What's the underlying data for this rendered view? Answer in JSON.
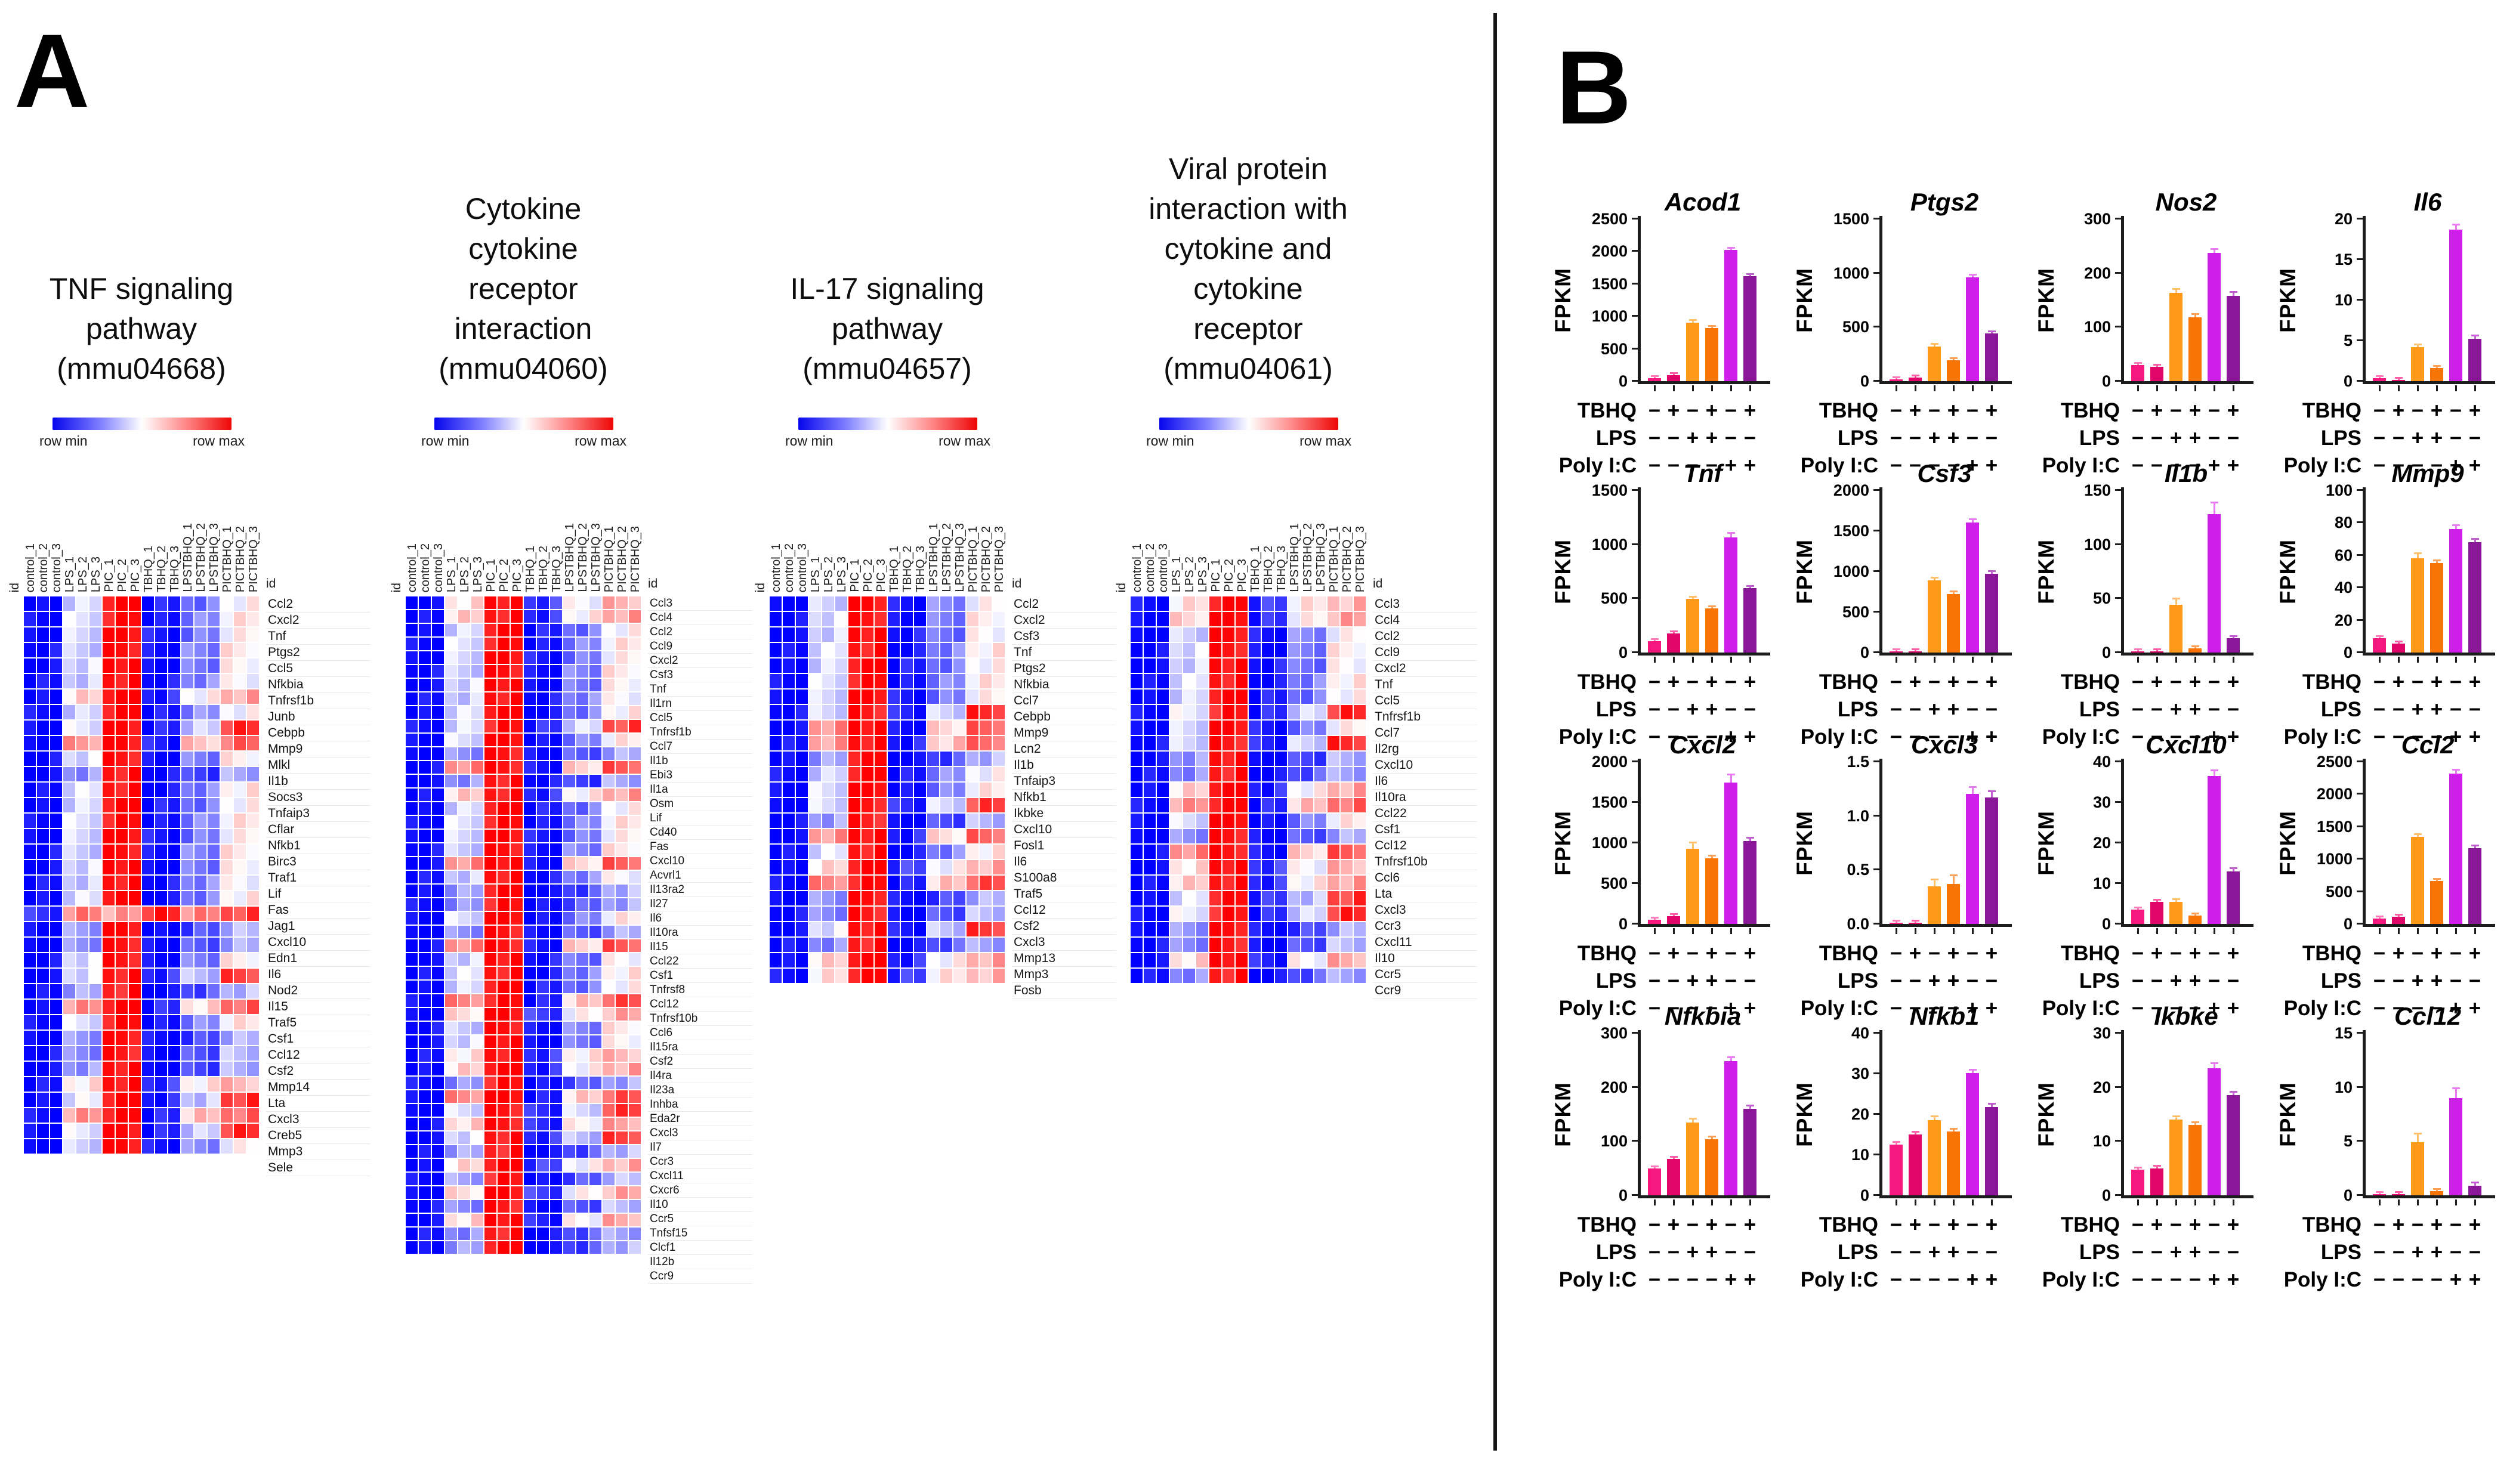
{
  "panelA": {
    "label": "A",
    "legend": {
      "min": "row min",
      "max": "row max"
    },
    "corner_label": "id",
    "columns": [
      "control_1",
      "control_2",
      "control_3",
      "LPS_1",
      "LPS_2",
      "LPS_3",
      "PIC_1",
      "PIC_2",
      "PIC_3",
      "TBHQ_1",
      "TBHQ_2",
      "TBHQ_3",
      "LPSTBHQ_1",
      "LPSTBHQ_2",
      "LPSTBHQ_3",
      "PICTBHQ_1",
      "PICTBHQ_2",
      "PICTBHQ_3"
    ],
    "heat_colors": {
      "min": "#0000ff",
      "mid": "#ffffff",
      "max": "#ff0000"
    },
    "patterns": {
      "base": [
        -1,
        -0.15,
        1,
        -0.95,
        -0.5,
        0.05
      ],
      "soft": [
        -1,
        -0.4,
        0.95,
        -1,
        -0.7,
        -0.3
      ],
      "lps_red": [
        -1,
        0.45,
        1,
        -0.9,
        0.2,
        0.65
      ],
      "right_red": [
        -1,
        -0.1,
        0.95,
        -0.85,
        -0.2,
        0.8
      ],
      "all_red": [
        -0.85,
        0.55,
        0.4,
        0.85,
        0.45,
        0.8
      ],
      "mixed": [
        -1,
        0.15,
        1,
        -0.8,
        0.05,
        0.35
      ]
    },
    "heatmaps": [
      {
        "key": "mmu04668",
        "title": "TNF signaling pathway (mmu04668)",
        "title_lines": [
          "TNF signaling",
          "pathway",
          "(mmu04668)"
        ],
        "genes": [
          "Ccl2",
          "Cxcl2",
          "Tnf",
          "Ptgs2",
          "Ccl5",
          "Nfkbia",
          "Tnfrsf1b",
          "Junb",
          "Cebpb",
          "Mmp9",
          "Mlkl",
          "Il1b",
          "Socs3",
          "Tnfaip3",
          "Cflar",
          "Nfkb1",
          "Birc3",
          "Traf1",
          "Lif",
          "Fas",
          "Jag1",
          "Cxcl10",
          "Edn1",
          "Il6",
          "Nod2",
          "Il15",
          "Traf5",
          "Csf1",
          "Ccl12",
          "Csf2",
          "Mmp14",
          "Lta",
          "Cxcl3",
          "Creb5",
          "Mmp3",
          "Sele"
        ],
        "overrides": {
          "Tnfrsf1b": "mixed",
          "Cebpb": "right_red",
          "Mmp9": "lps_red",
          "Jag1": "all_red",
          "Nod2": "right_red",
          "Traf5": "lps_red",
          "Lta": "mixed",
          "Cxcl3": "right_red",
          "Creb5": "lps_red",
          "Mmp3": "right_red",
          "Csf2": "soft",
          "Mmp14": "soft",
          "Cxcl10": "soft",
          "Edn1": "soft",
          "Il15": "soft",
          "Ccl12": "soft",
          "Il1b": "soft"
        }
      },
      {
        "key": "mmu04060",
        "title": "Cytokine cytokine receptor interaction (mmu04060)",
        "title_lines": [
          "Cytokine",
          "cytokine",
          "receptor",
          "interaction",
          "(mmu04060)"
        ],
        "genes": [
          "Ccl3",
          "Ccl4",
          "Ccl2",
          "Ccl9",
          "Cxcl2",
          "Csf3",
          "Tnf",
          "Il1rn",
          "Ccl5",
          "Tnfrsf1b",
          "Ccl7",
          "Il1b",
          "Ebi3",
          "Il1a",
          "Osm",
          "Lif",
          "Cd40",
          "Fas",
          "Cxcl10",
          "Acvrl1",
          "Il13ra2",
          "Il27",
          "Il6",
          "Il10ra",
          "Il15",
          "Ccl22",
          "Csf1",
          "Tnfrsf8",
          "Ccl12",
          "Tnfrsf10b",
          "Ccl6",
          "Il15ra",
          "Csf2",
          "Il4ra",
          "Il23a",
          "Inhba",
          "Eda2r",
          "Cxcl3",
          "Il7",
          "Ccr3",
          "Cxcl11",
          "Cxcr6",
          "Il10",
          "Ccr5",
          "Tnfsf15",
          "Clcf1",
          "Il12b",
          "Ccr9"
        ],
        "overrides": {
          "Ccl3": "mixed",
          "Ccl4": "mixed",
          "Tnfrsf1b": "right_red",
          "Ebi3": "lps_red",
          "Osm": "mixed",
          "Acvrl1": "lps_red",
          "Ccl22": "lps_red",
          "Tnfrsf10b": "lps_red",
          "Ccl6": "mixed",
          "Il4ra": "mixed",
          "Il23a": "mixed",
          "Eda2r": "lps_red",
          "Cxcl3": "right_red",
          "Il7": "mixed",
          "Ccr3": "right_red",
          "Cxcr6": "mixed",
          "Ccr5": "mixed",
          "Clcf1": "mixed",
          "Cxcl11": "soft",
          "Il10": "soft",
          "Tnfsf15": "soft",
          "Il12b": "soft",
          "Ccr9": "soft",
          "Il1b": "soft",
          "Il1a": "soft",
          "Il27": "soft",
          "Il6": "soft",
          "Inhba": "soft",
          "Il15": "soft"
        }
      },
      {
        "key": "mmu04657",
        "title": "IL-17 signaling pathway (mmu04657)",
        "title_lines": [
          "IL-17 signaling",
          "pathway",
          "(mmu04657)"
        ],
        "genes": [
          "Ccl2",
          "Cxcl2",
          "Csf3",
          "Tnf",
          "Ptgs2",
          "Nfkbia",
          "Ccl7",
          "Cebpb",
          "Mmp9",
          "Lcn2",
          "Il1b",
          "Tnfaip3",
          "Nfkb1",
          "Ikbke",
          "Cxcl10",
          "Fosl1",
          "Il6",
          "S100a8",
          "Traf5",
          "Ccl12",
          "Csf2",
          "Cxcl3",
          "Mmp13",
          "Mmp3",
          "Fosb"
        ],
        "overrides": {
          "Cebpb": "right_red",
          "Mmp9": "lps_red",
          "Lcn2": "lps_red",
          "Ikbke": "right_red",
          "Fosl1": "lps_red",
          "S100a8": "mixed",
          "Traf5": "lps_red",
          "Csf2": "soft",
          "Cxcl3": "right_red",
          "Mmp13": "soft",
          "Mmp3": "mixed",
          "Fosb": "mixed",
          "Il1b": "soft",
          "Cxcl10": "soft",
          "Ccl12": "soft"
        }
      },
      {
        "key": "mmu04061",
        "title": "Viral protein interaction with cytokine and cytokine receptor (mmu04061)",
        "title_lines": [
          "Viral protein",
          "interaction with",
          "cytokine and",
          "cytokine",
          "receptor",
          "(mmu04061)"
        ],
        "genes": [
          "Ccl3",
          "Ccl4",
          "Ccl2",
          "Ccl9",
          "Cxcl2",
          "Tnf",
          "Ccl5",
          "Tnfrsf1b",
          "Ccl7",
          "Il2rg",
          "Cxcl10",
          "Il6",
          "Il10ra",
          "Ccl22",
          "Csf1",
          "Ccl12",
          "Tnfrsf10b",
          "Ccl6",
          "Lta",
          "Cxcl3",
          "Ccr3",
          "Cxcl11",
          "Il10",
          "Ccr5",
          "Ccr9"
        ],
        "overrides": {
          "Ccl3": "mixed",
          "Ccl4": "mixed",
          "Tnfrsf1b": "right_red",
          "Il2rg": "right_red",
          "Il10ra": "mixed",
          "Ccl22": "lps_red",
          "Tnfrsf10b": "lps_red",
          "Ccl6": "mixed",
          "Lta": "mixed",
          "Cxcl3": "right_red",
          "Ccr3": "right_red",
          "Ccr5": "mixed",
          "Ccl12": "soft",
          "Il10": "soft",
          "Cxcl11": "soft",
          "Ccr9": "soft",
          "Cxcl10": "soft",
          "Il6": "soft"
        }
      }
    ]
  },
  "panelB": {
    "label": "B",
    "ylabel": "FPKM",
    "bar_colors": [
      "#f7187f",
      "#e2066b",
      "#ff9a18",
      "#f87405",
      "#ce1fe8",
      "#8a1798"
    ],
    "error_colors": [
      "#ff7ab8",
      "#ff5ea6",
      "#ffc069",
      "#ffa057",
      "#e77bf2",
      "#c05ed0"
    ],
    "treatments": [
      {
        "label": "TBHQ",
        "signs": [
          "−",
          "+",
          "−",
          "+",
          "−",
          "+"
        ]
      },
      {
        "label": "LPS",
        "signs": [
          "−",
          "−",
          "+",
          "+",
          "−",
          "−"
        ]
      },
      {
        "label": "Poly I:C",
        "signs": [
          "−",
          "−",
          "−",
          "−",
          "+",
          "+"
        ]
      }
    ],
    "chart_data": {
      "type": "bar",
      "note": "FPKM per condition; conditions = control, TBHQ, LPS, LPS+TBHQ, PolyI:C, PolyI:C+TBHQ"
    },
    "charts": [
      {
        "title": "Acod1",
        "ymax": 2500,
        "yticks": [
          "0",
          "500",
          "1000",
          "1500",
          "2000",
          "2500"
        ],
        "values": [
          50,
          90,
          900,
          820,
          2020,
          1620
        ],
        "errors": [
          8,
          10,
          30,
          18,
          25,
          20
        ]
      },
      {
        "title": "Ptgs2",
        "ymax": 1500,
        "yticks": [
          "0",
          "500",
          "1000",
          "1500"
        ],
        "values": [
          15,
          35,
          320,
          195,
          960,
          440
        ],
        "errors": [
          3,
          5,
          15,
          10,
          18,
          10
        ]
      },
      {
        "title": "Nos2",
        "ymax": 300,
        "yticks": [
          "0",
          "100",
          "200",
          "300"
        ],
        "values": [
          30,
          27,
          163,
          118,
          237,
          158
        ],
        "errors": [
          2,
          2,
          6,
          4,
          6,
          5
        ]
      },
      {
        "title": "Il6",
        "ymax": 20,
        "yticks": [
          "0",
          "5",
          "10",
          "15",
          "20"
        ],
        "values": [
          0.4,
          0.15,
          4.2,
          1.6,
          18.7,
          5.2
        ],
        "errors": [
          0.08,
          0.04,
          0.2,
          0.15,
          0.5,
          0.35
        ]
      },
      {
        "title": "Tnf",
        "ymax": 1500,
        "yticks": [
          "0",
          "500",
          "1000",
          "1500"
        ],
        "values": [
          105,
          175,
          495,
          410,
          1065,
          595
        ],
        "errors": [
          6,
          8,
          12,
          10,
          35,
          12
        ]
      },
      {
        "title": "Csf3",
        "ymax": 2000,
        "yticks": [
          "0",
          "500",
          "1000",
          "1500",
          "2000"
        ],
        "values": [
          8,
          4,
          890,
          720,
          1600,
          970
        ],
        "errors": [
          2,
          1,
          25,
          20,
          30,
          25
        ]
      },
      {
        "title": "Il1b",
        "ymax": 150,
        "yticks": [
          "0",
          "50",
          "100",
          "150"
        ],
        "values": [
          0.6,
          0.8,
          44,
          4,
          128,
          13
        ],
        "errors": [
          0.1,
          0.2,
          5,
          0.6,
          10,
          1.2
        ]
      },
      {
        "title": "Mmp9",
        "ymax": 100,
        "yticks": [
          "0",
          "20",
          "40",
          "60",
          "80",
          "100"
        ],
        "values": [
          9,
          5.5,
          58,
          55,
          76,
          68
        ],
        "errors": [
          0.6,
          0.5,
          2.5,
          1.2,
          2,
          1.5
        ]
      },
      {
        "title": "Cxcl2",
        "ymax": 2000,
        "yticks": [
          "0",
          "500",
          "1000",
          "1500",
          "2000"
        ],
        "values": [
          50,
          95,
          930,
          810,
          1740,
          1020
        ],
        "errors": [
          6,
          8,
          60,
          18,
          90,
          28
        ]
      },
      {
        "title": "Cxcl3",
        "ymax": 1.5,
        "yticks": [
          "0.0",
          "0.5",
          "1.0",
          "1.5"
        ],
        "values": [
          0.005,
          0.012,
          0.35,
          0.37,
          1.2,
          1.17
        ],
        "errors": [
          0.003,
          0.006,
          0.05,
          0.07,
          0.06,
          0.05
        ]
      },
      {
        "title": "Cxcl10",
        "ymax": 40,
        "yticks": [
          "0",
          "10",
          "20",
          "30",
          "40"
        ],
        "values": [
          3.5,
          5.5,
          5.5,
          2,
          36.5,
          13
        ],
        "errors": [
          0.3,
          0.3,
          0.4,
          0.3,
          1.2,
          0.5
        ]
      },
      {
        "title": "Ccl2",
        "ymax": 2500,
        "yticks": [
          "0",
          "500",
          "1000",
          "1500",
          "2000",
          "2500"
        ],
        "values": [
          80,
          110,
          1340,
          660,
          2320,
          1170
        ],
        "errors": [
          6,
          9,
          30,
          18,
          45,
          25
        ]
      },
      {
        "title": "Nfkbia",
        "ymax": 300,
        "yticks": [
          "0",
          "100",
          "200",
          "300"
        ],
        "values": [
          50,
          67,
          135,
          104,
          248,
          160
        ],
        "errors": [
          2,
          2,
          5,
          3,
          6,
          4
        ]
      },
      {
        "title": "Nfkb1",
        "ymax": 40,
        "yticks": [
          "0",
          "10",
          "20",
          "30",
          "40"
        ],
        "values": [
          12.5,
          15,
          18.5,
          15.7,
          30.2,
          21.7
        ],
        "errors": [
          0.4,
          0.4,
          0.7,
          0.5,
          0.6,
          0.6
        ]
      },
      {
        "title": "Ikbke",
        "ymax": 30,
        "yticks": [
          "0",
          "10",
          "20",
          "30"
        ],
        "values": [
          4.7,
          5,
          14,
          13,
          23.5,
          18.5
        ],
        "errors": [
          0.3,
          0.3,
          0.5,
          0.4,
          0.8,
          0.5
        ]
      },
      {
        "title": "Ccl12",
        "ymax": 15,
        "yticks": [
          "0",
          "5",
          "10",
          "15"
        ],
        "values": [
          0.12,
          0.1,
          4.9,
          0.4,
          9,
          0.9
        ],
        "errors": [
          0.03,
          0.03,
          0.7,
          0.12,
          0.8,
          0.2
        ]
      }
    ]
  }
}
